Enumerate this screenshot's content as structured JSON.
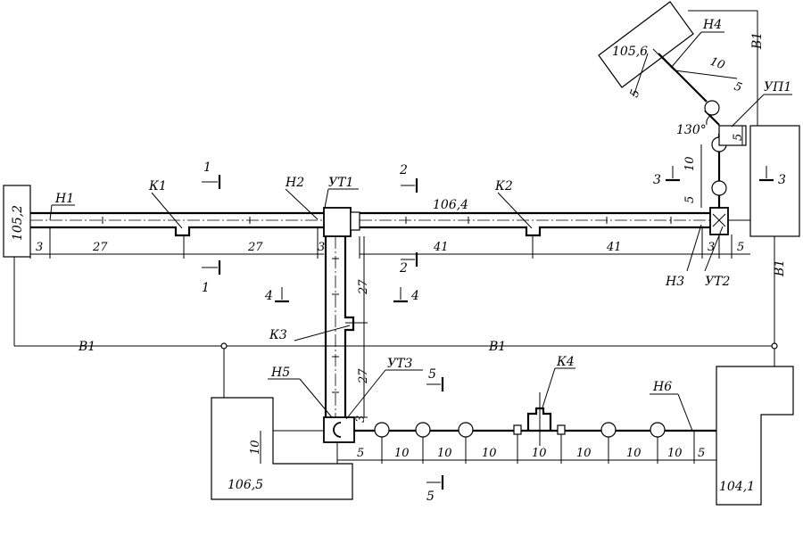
{
  "blocks": {
    "left": "105,2",
    "top_right": "105,6",
    "bottom_left": "106,5",
    "bottom_right": "104,1"
  },
  "elevation_main": "106,4",
  "nodes": {
    "n1": "Н1",
    "n2": "Н2",
    "n3": "Н3",
    "n4": "Н4",
    "n5": "Н5",
    "n6": "Н6",
    "k1": "К1",
    "k2": "К2",
    "k3": "К3",
    "k4": "К4",
    "ut1": "УТ1",
    "ut2": "УТ2",
    "ut3": "УТ3",
    "up1": "УП1"
  },
  "line_label": "В1",
  "angle": "130°",
  "sections": {
    "s1": "1",
    "s2": "2",
    "s3": "3",
    "s4": "4",
    "s5": "5"
  },
  "dims": {
    "d3": "3",
    "d5": "5",
    "d10": "10",
    "d27": "27",
    "d41": "41"
  }
}
